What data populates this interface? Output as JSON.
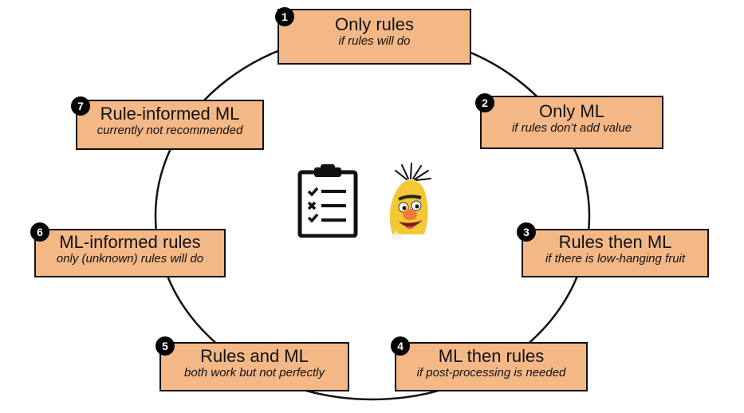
{
  "diagram": {
    "type": "cycle",
    "steps": [
      {
        "number": "1",
        "title": "Only rules",
        "subtitle": "if rules will do"
      },
      {
        "number": "2",
        "title": "Only ML",
        "subtitle": "if rules don’t add value"
      },
      {
        "number": "3",
        "title": "Rules then ML",
        "subtitle": "if there is low-hanging fruit"
      },
      {
        "number": "4",
        "title": "ML then rules",
        "subtitle": "if post-processing is needed"
      },
      {
        "number": "5",
        "title": "Rules and ML",
        "subtitle": "both work but not perfectly"
      },
      {
        "number": "6",
        "title": "ML-informed rules",
        "subtitle": "only (unknown) rules will do"
      },
      {
        "number": "7",
        "title": "Rule-informed ML",
        "subtitle": "currently not recommended"
      }
    ],
    "center_icons": [
      "clipboard-checklist-icon",
      "bert-muppet-icon"
    ],
    "colors": {
      "box_fill": "#f4b887",
      "border": "#111111",
      "badge": "#000000"
    }
  }
}
